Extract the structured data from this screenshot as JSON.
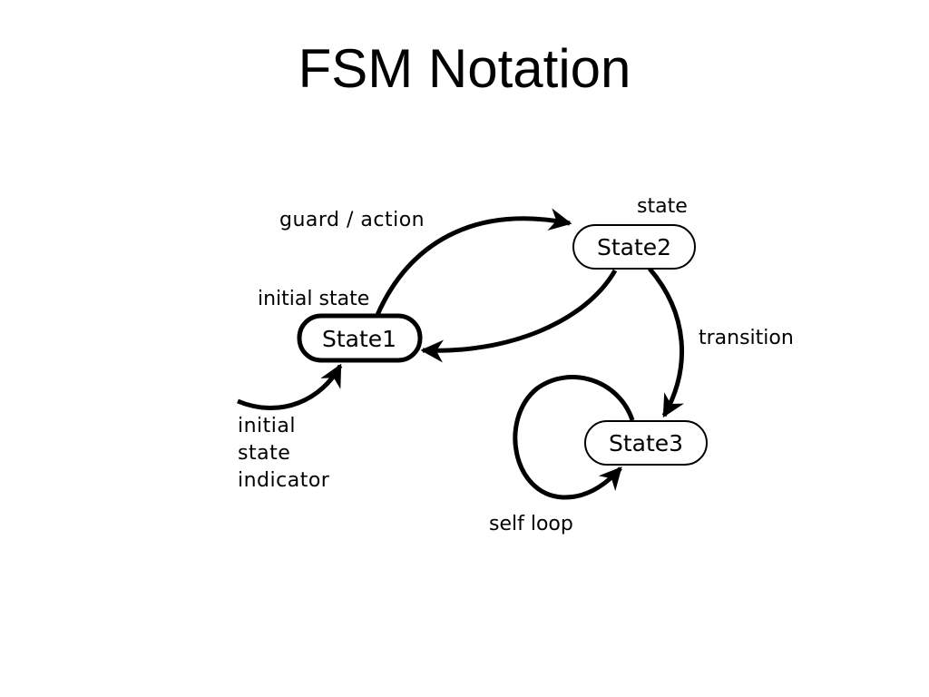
{
  "slide": {
    "title": "FSM Notation"
  },
  "states": {
    "state1": "State1",
    "state2": "State2",
    "state3": "State3"
  },
  "diagram_labels": {
    "transition_label": "guard / action",
    "initial_indicator_line1": "initial",
    "initial_indicator_line2": "state",
    "initial_indicator_line3": "indicator"
  },
  "annotations": {
    "state": "state",
    "initial_state": "initial state",
    "transition": "transition",
    "self_loop": "self loop"
  }
}
